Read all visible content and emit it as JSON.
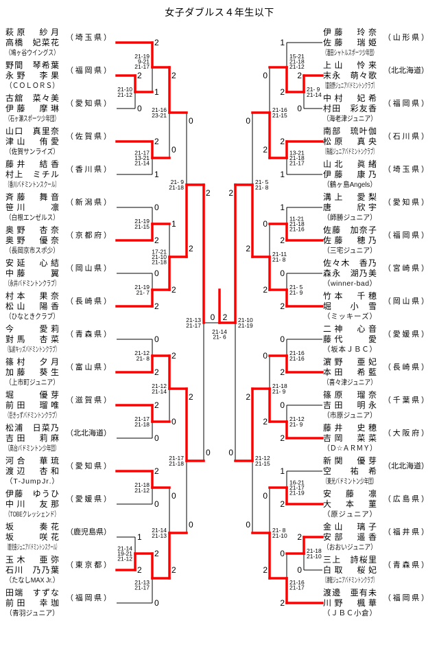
{
  "title": "女子ダブルス４年生以下",
  "colors": {
    "winner_path": "#ff0000",
    "bracket_line": "#000000",
    "text": "#000000",
    "background": "#ffffff"
  },
  "teams": {
    "left": [
      {
        "player1": "萩原　紗月",
        "player2": "高橋　妃菜花",
        "club": "（鳩ヶ谷ウイングス）",
        "prefecture": "（埼玉県）"
      },
      {
        "player1": "野間　琴希葉",
        "player2": "永野　李果",
        "club": "（ＣＯＬＯＲＳ）",
        "prefecture": "（福岡県）"
      },
      {
        "player1": "古舘　菜々美",
        "player2": "伊藤　摩琳",
        "club": "（石ヶ瀬スポーツ少年団）",
        "prefecture": "（愛知県）"
      },
      {
        "player1": "山口　真里奈",
        "player2": "津山　侑愛",
        "club": "（佐賀サンライズ）",
        "prefecture": "（佐賀県）"
      },
      {
        "player1": "藤井　結香",
        "player2": "村上　ミチル",
        "club": "（香川バドミントンスクール）",
        "prefecture": "（香川県）"
      },
      {
        "player1": "斉藤　舞音",
        "player2": "笹川　　凛",
        "club": "（白根エンゼルス）",
        "prefecture": "（新潟県）"
      },
      {
        "player1": "奥野　杏奈",
        "player2": "奥野　優奈",
        "club": "（長岡京市スポ少）",
        "prefecture": "（京都府）"
      },
      {
        "player1": "安延　心結",
        "player2": "中藤　　翼",
        "club": "（永井バドミントンクラブ）",
        "prefecture": "（岡山県）"
      },
      {
        "player1": "村本　果奈",
        "player2": "松山　陽香",
        "club": "（ひなときクラブ）",
        "prefecture": "（長崎県）"
      },
      {
        "player1": "今　　愛莉",
        "player2": "對馬　杏菜",
        "club": "（弘前キッズバドミントンクラブ）",
        "prefecture": "（青森県）"
      },
      {
        "player1": "篠村　夕月",
        "player2": "加藤　葵生",
        "club": "（上市町ジュニア）",
        "prefecture": "（富山県）"
      },
      {
        "player1": "堀　　優芽",
        "player2": "前田　瑠唯",
        "club": "（巨きっずバドミントンクラブ）",
        "prefecture": "（滋賀県）"
      },
      {
        "player1": "松浦　日菜乃",
        "player2": "吉田　莉麻",
        "club": "（高台バドミントン少年団）",
        "prefecture": "（北北海道）"
      },
      {
        "player1": "河合　華琉",
        "player2": "渡辺　杏和",
        "club": "（T-Jump Jr.）",
        "prefecture": "（愛知県）"
      },
      {
        "player1": "伊藤　ゆうひ",
        "player2": "中川　友那",
        "club": "（TOBEクレッシェンド）",
        "prefecture": "（愛媛県）"
      },
      {
        "player1": "坂　　奏花",
        "player2": "坂　　咲花",
        "club": "（鹿児島ジュニアバドミントンスクール）",
        "prefecture": "（鹿児島県）"
      },
      {
        "player1": "玉木　亜弥",
        "player2": "石川　乃乃葉",
        "club": "（たなしMAX Jr.）",
        "prefecture": "（東京都）"
      },
      {
        "player1": "田端　すずな",
        "player2": "前田　幸珈",
        "club": "（青羽ジュニア）",
        "prefecture": "（福岡県）"
      }
    ],
    "right": [
      {
        "player1": "伊藤　玲奈",
        "player2": "佐藤　瑞姫",
        "club": "（酒田シャトルスポーツ少年団）",
        "prefecture": "（山形県）"
      },
      {
        "player1": "上山　怜来",
        "player2": "末永　萌々歌",
        "club": "（富良野ジュニアバドミントンクラブ）",
        "prefecture": "（北北海道）"
      },
      {
        "player1": "中村　妃希",
        "player2": "村田　彩友香",
        "club": "（海老津ジュニア）",
        "prefecture": "（福岡県）"
      },
      {
        "player1": "南部　琉叶伽",
        "player2": "松原　真央",
        "club": "（鳥越ジュニアバドミントンクラブ）",
        "prefecture": "（石川県）"
      },
      {
        "player1": "山北　眞緒",
        "player2": "伊藤　康乃",
        "club": "（鶴ヶ島Angels）",
        "prefecture": "（埼玉県）"
      },
      {
        "player1": "溝上　愛梨",
        "player2": "唐　　欣宇",
        "club": "（師勝ジュニア）",
        "prefecture": "（愛知県）"
      },
      {
        "player1": "佐藤　加奈子",
        "player2": "佐藤　穂乃",
        "club": "（三宅ジュニア）",
        "prefecture": "（福岡県）"
      },
      {
        "player1": "佐々木　香乃",
        "player2": "森永　湖乃美",
        "club": "（winner-bad）",
        "prefecture": "（宮崎県）"
      },
      {
        "player1": "竹本　千穂",
        "player2": "堀　　小　雪",
        "club": "（ミッキーズ）",
        "prefecture": "（岡山県）"
      },
      {
        "player1": "二神　心音",
        "player2": "藤代　　愛",
        "club": "（坂本ＪＢＣ）",
        "prefecture": "（愛媛県）"
      },
      {
        "player1": "濵野　亜妃",
        "player2": "本田　希藍",
        "club": "（喜々津ジュニア）",
        "prefecture": "（長崎県）"
      },
      {
        "player1": "篠原　瑠奈",
        "player2": "吉田　明永",
        "club": "（市原ジュニア）",
        "prefecture": "（千葉県）"
      },
      {
        "player1": "藤井　史穂",
        "player2": "吉岡　菜菜",
        "club": "（Ｄ☆ＡＲＭＹ）",
        "prefecture": "（大阪府）"
      },
      {
        "player1": "新関　優芽",
        "player2": "空　　祐　希",
        "club": "（東光バドミントン少年団）",
        "prefecture": "（北北海道）"
      },
      {
        "player1": "安　藤　凛",
        "player2": "大　本　菫",
        "club": "（原ジュニア）",
        "prefecture": "（広島県）"
      },
      {
        "player1": "金山　璃子",
        "player2": "安部　遥香",
        "club": "（おおいジュニア）",
        "prefecture": "（福井県）"
      },
      {
        "player1": "三上　詩桜里",
        "player2": "白取　桜妃",
        "club": "（津軽ジュニアバドミントンクラブ）",
        "prefecture": "（青森県）"
      },
      {
        "player1": "渡邊　亜有未",
        "player2": "川野　楓華",
        "club": "（ＪＢＣ小倉）",
        "prefecture": "（福岡県）"
      }
    ]
  },
  "bracket": {
    "left": {
      "A": {
        "games": [
          "21-10",
          "21-12"
        ],
        "top_sets": "2",
        "bottom_sets": "0",
        "winner": "top"
      },
      "B": {
        "games": [
          "21-19",
          "9-21",
          "21-17"
        ],
        "top_sets": "2",
        "bottom_sets": "1",
        "winner": "top"
      },
      "C": {
        "games": [
          "21-17",
          "13-21",
          "21-14"
        ],
        "top_sets": "2",
        "bottom_sets": "1",
        "winner": "top"
      },
      "D": {
        "games": [
          "21-16",
          "23-21"
        ],
        "top_sets": "2",
        "bottom_sets": "0",
        "winner": "top"
      },
      "E": {
        "games": [
          "21-19",
          "21-15"
        ],
        "top_sets": "0",
        "bottom_sets": "2",
        "winner": "bottom"
      },
      "F": {
        "games": [
          "21-19",
          "21- 7"
        ],
        "top_sets": "0",
        "bottom_sets": "2",
        "winner": "bottom"
      },
      "G": {
        "games": [
          "17-21",
          "21-10",
          "21-18"
        ],
        "top_sets": "1",
        "bottom_sets": "2",
        "winner": "bottom"
      },
      "H": {
        "games": [
          "21- 9",
          "21-18"
        ],
        "top_sets": "0",
        "bottom_sets": "2",
        "winner": "bottom"
      },
      "J": {
        "games": [
          "21-12",
          "21- 8"
        ],
        "top_sets": "0",
        "bottom_sets": "2",
        "winner": "bottom"
      },
      "K": {
        "games": [
          "21-17",
          "21-18"
        ],
        "top_sets": "2",
        "bottom_sets": "0",
        "winner": "top"
      },
      "L": {
        "games": [
          "21-12",
          "21-14"
        ],
        "top_sets": "2",
        "bottom_sets": "0",
        "winner": "top"
      },
      "M": {
        "games": [
          "21-18",
          "21-12"
        ],
        "top_sets": "2",
        "bottom_sets": "0",
        "winner": "top"
      },
      "N": {
        "games": [
          "21-14",
          "19-21",
          "21-12"
        ],
        "top_sets": "1",
        "bottom_sets": "2",
        "winner": "bottom"
      },
      "O": {
        "games": [
          "21-13",
          "21-17"
        ],
        "top_sets": "2",
        "bottom_sets": "0",
        "winner": "top"
      },
      "P": {
        "games": [
          "21-14",
          "21-13"
        ],
        "top_sets": "0",
        "bottom_sets": "2",
        "winner": "bottom"
      },
      "Q": {
        "games": [
          "21-17",
          "21-18"
        ],
        "top_sets": "2",
        "bottom_sets": "0",
        "winner": "top"
      },
      "SF": {
        "games": [
          "21-13",
          "21-17"
        ],
        "top_sets": "2",
        "bottom_sets": "0",
        "winner": "top"
      }
    },
    "right": {
      "A": {
        "games": [
          "21- 9",
          "21-14"
        ],
        "top_sets": "2",
        "bottom_sets": "0",
        "winner": "top"
      },
      "B": {
        "games": [
          "15-21",
          "21-18",
          "21-12"
        ],
        "top_sets": "1",
        "bottom_sets": "2",
        "winner": "bottom"
      },
      "C": {
        "games": [
          "13-21",
          "21-18",
          "21-17"
        ],
        "top_sets": "2",
        "bottom_sets": "1",
        "winner": "top"
      },
      "D": {
        "games": [
          "21-16",
          "21-15"
        ],
        "top_sets": "0",
        "bottom_sets": "2",
        "winner": "bottom"
      },
      "E": {
        "games": [
          "11-21",
          "21-18",
          "21-16"
        ],
        "top_sets": "1",
        "bottom_sets": "2",
        "winner": "bottom"
      },
      "F": {
        "games": [
          "21- 5",
          "21- 9"
        ],
        "top_sets": "0",
        "bottom_sets": "2",
        "winner": "bottom"
      },
      "G": {
        "games": [
          "21-11",
          "21- 8"
        ],
        "top_sets": "0",
        "bottom_sets": "2",
        "winner": "bottom"
      },
      "H": {
        "games": [
          "21- 5",
          "21- 8"
        ],
        "top_sets": "0",
        "bottom_sets": "2",
        "winner": "bottom"
      },
      "J": {
        "games": [
          "21-16",
          "21-16"
        ],
        "top_sets": "0",
        "bottom_sets": "2",
        "winner": "bottom"
      },
      "K": {
        "games": [
          "21-12",
          "21- 9"
        ],
        "top_sets": "0",
        "bottom_sets": "2",
        "winner": "bottom"
      },
      "L": {
        "games": [
          "21-18",
          "21- 9"
        ],
        "top_sets": "0",
        "bottom_sets": "2",
        "winner": "bottom"
      },
      "M": {
        "games": [
          "16-21",
          "21-17",
          "21-19"
        ],
        "top_sets": "1",
        "bottom_sets": "2",
        "winner": "bottom"
      },
      "N": {
        "games": [
          "21-18",
          "21-10"
        ],
        "top_sets": "2",
        "bottom_sets": "0",
        "winner": "top"
      },
      "O": {
        "games": [
          "21-16",
          "21-17"
        ],
        "top_sets": "0",
        "bottom_sets": "2",
        "winner": "bottom"
      },
      "P": {
        "games": [
          "21- 8",
          "21-10"
        ],
        "top_sets": "0",
        "bottom_sets": "2",
        "winner": "bottom"
      },
      "Q": {
        "games": [
          "21-12",
          "21-15"
        ],
        "top_sets": "2",
        "bottom_sets": "0",
        "winner": "top"
      },
      "SF": {
        "games": [
          "21-10",
          "21-19"
        ],
        "top_sets": "2",
        "bottom_sets": "0",
        "winner": "top"
      }
    },
    "final": {
      "games": [
        "21-14",
        "21- 6"
      ],
      "left_sets": "0",
      "right_sets": "2",
      "winner": "right"
    }
  }
}
